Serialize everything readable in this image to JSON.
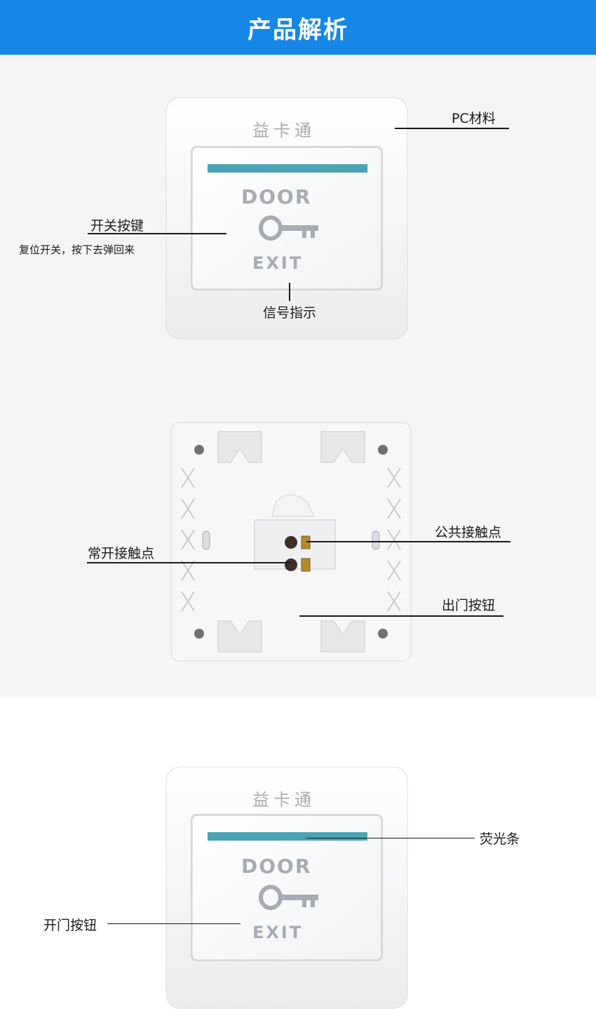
{
  "header": {
    "title": "产品解析"
  },
  "front_panel": {
    "brand_text": "益卡通",
    "button_text_top": "DOOR",
    "button_text_bottom": "EXIT",
    "key_icon": "key-icon",
    "annotations": {
      "material": "PC材料",
      "switch_key": "开关按键",
      "switch_key_desc": "复位开关，按下去弹回来",
      "signal_indicator": "信号指示"
    }
  },
  "back_panel": {
    "annotations": {
      "common_contact": "公共接触点",
      "normally_open_contact": "常开接触点",
      "exit_button": "出门按钮"
    }
  },
  "bottom_panel": {
    "brand_text": "益卡通",
    "button_text_top": "DOOR",
    "button_text_bottom": "EXIT",
    "annotations": {
      "fluorescent_strip": "荧光条",
      "open_door_button": "开门按钮"
    }
  },
  "colors": {
    "header_blue": "#1687e6",
    "indicator_teal": "#4aa3b3",
    "panel_white": "#fbfbfb",
    "text_gray": "#a7abb4"
  }
}
